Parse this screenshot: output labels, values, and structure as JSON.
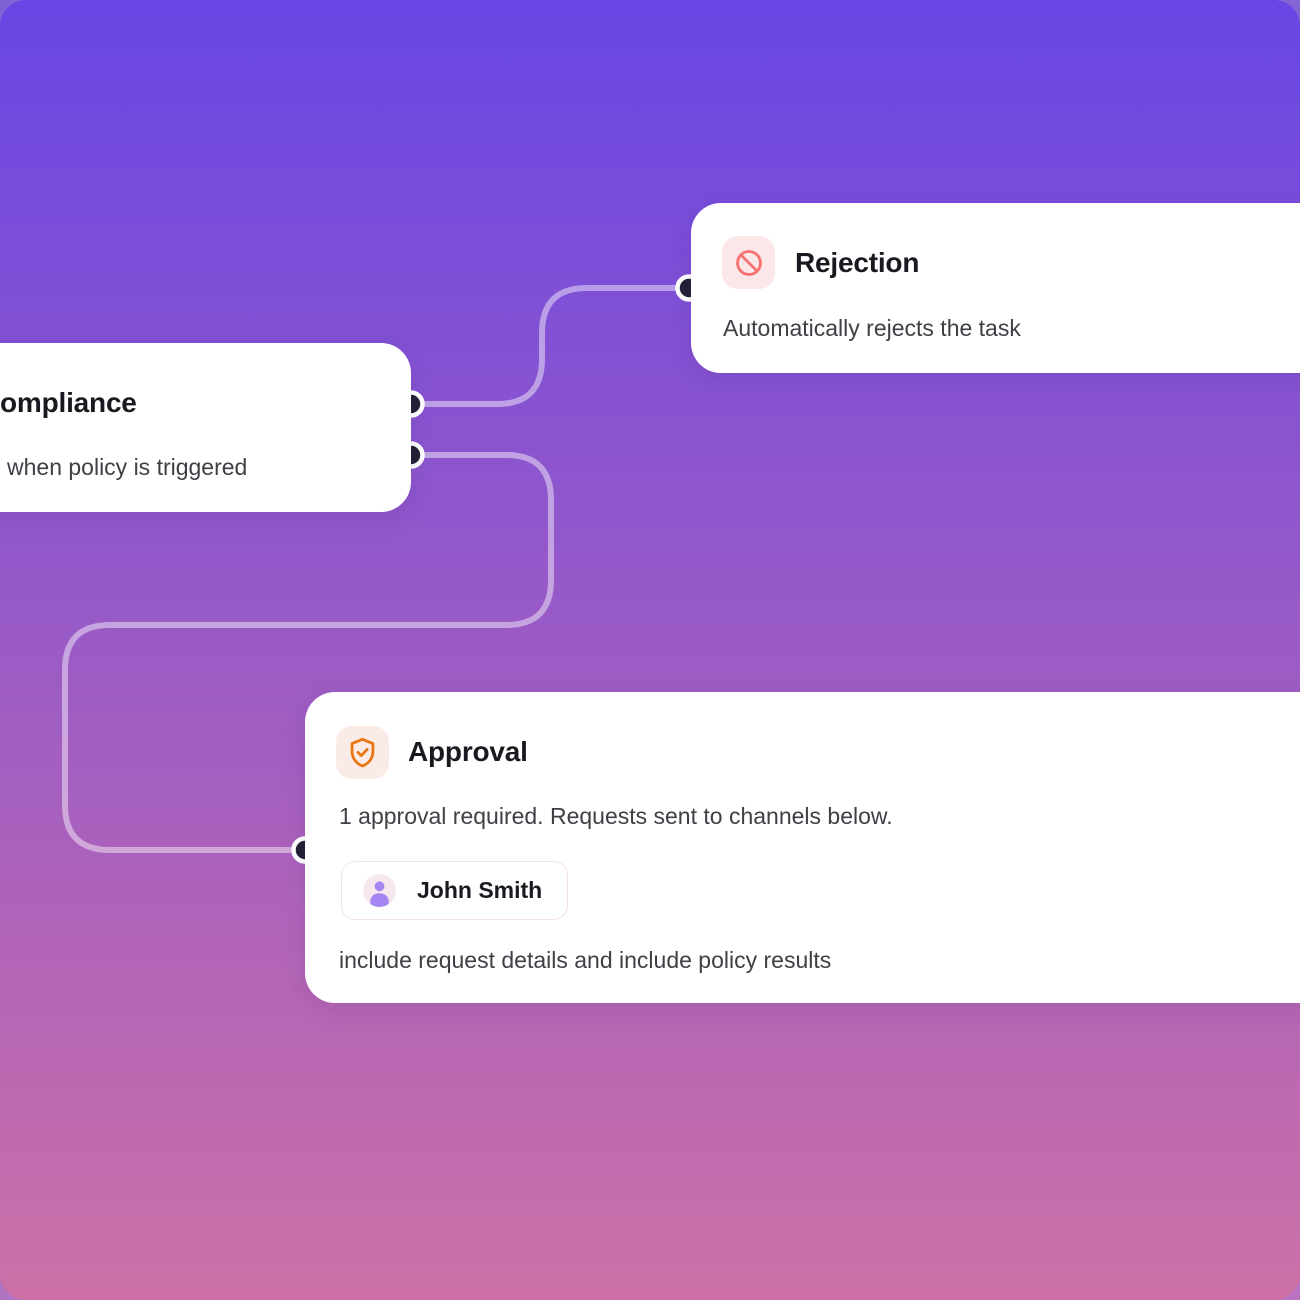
{
  "canvas": {
    "background_top_color": "#6846E4",
    "background_bottom_color": "#CD70A7",
    "connector_color": "rgba(255,255,255,0.45)",
    "port_color": "#232135"
  },
  "nodes": {
    "compliance": {
      "title": "ompliance",
      "subtitle": "when policy is triggered"
    },
    "rejection": {
      "icon": "ban-icon",
      "icon_color": "#F87171",
      "icon_bg": "#FBE6E8",
      "title": "Rejection",
      "subtitle": "Automatically rejects the task"
    },
    "approval": {
      "icon": "shield-check-icon",
      "icon_color": "#E87613",
      "icon_bg": "#FAEBE7",
      "title": "Approval",
      "description": "1 approval required. Requests sent to channels below.",
      "approver": {
        "icon": "person-icon",
        "icon_color": "#A585F2",
        "name": "John Smith"
      },
      "details": "include request details and include policy results"
    }
  }
}
